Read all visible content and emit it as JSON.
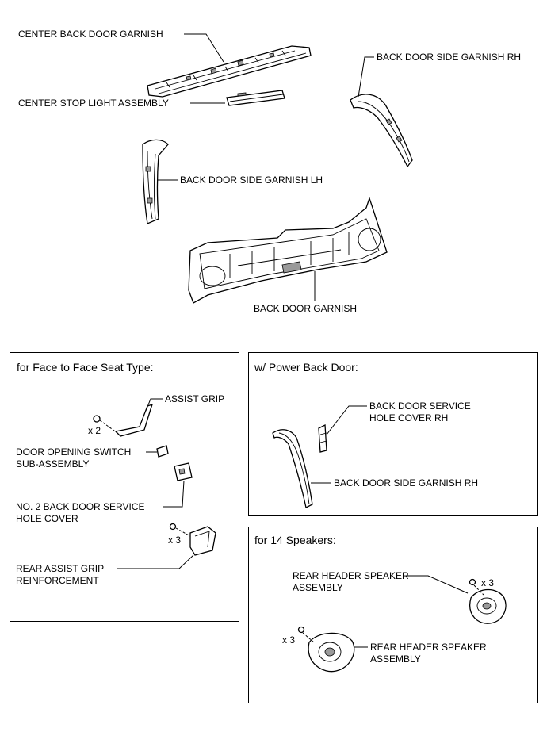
{
  "labels": {
    "center_back_door_garnish": "CENTER BACK DOOR GARNISH",
    "center_stop_light_assembly": "CENTER STOP LIGHT ASSEMBLY",
    "back_door_side_garnish_rh": "BACK DOOR SIDE GARNISH RH",
    "back_door_side_garnish_lh": "BACK DOOR SIDE GARNISH LH",
    "back_door_garnish": "BACK DOOR GARNISH"
  },
  "face_to_face_box": {
    "title": "for Face to Face Seat Type:",
    "assist_grip": "ASSIST GRIP",
    "qty_assist": "x 2",
    "door_opening_switch": "DOOR OPENING SWITCH\nSUB-ASSEMBLY",
    "no2_service_hole_cover": "NO. 2 BACK DOOR SERVICE\nHOLE COVER",
    "qty_reinforcement": "x 3",
    "rear_assist_grip_reinforcement": "REAR ASSIST GRIP\nREINFORCEMENT"
  },
  "power_back_door_box": {
    "title": "w/ Power Back Door:",
    "service_hole_cover_rh": "BACK DOOR SERVICE\nHOLE COVER RH",
    "side_garnish_rh": "BACK DOOR SIDE GARNISH RH"
  },
  "speakers_box": {
    "title": "for 14 Speakers:",
    "speaker_upper": "REAR HEADER SPEAKER\nASSEMBLY",
    "qty_upper": "x 3",
    "speaker_lower": "REAR HEADER SPEAKER\nASSEMBLY",
    "qty_lower": "x 3"
  }
}
